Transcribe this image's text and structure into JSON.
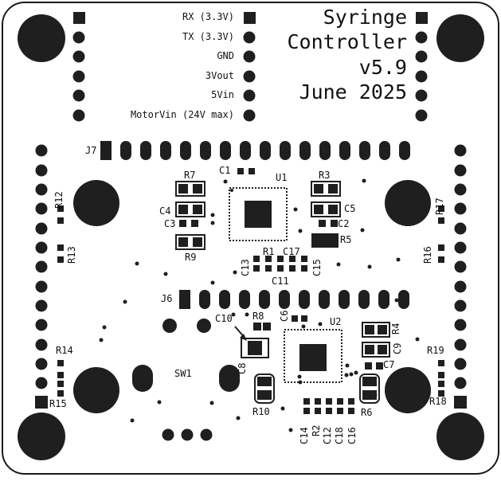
{
  "title": {
    "lines": [
      "Syringe",
      "Controller",
      "v5.9",
      "June 2025"
    ]
  },
  "header_pins": [
    "RX (3.3V)",
    "TX (3.3V)",
    "GND",
    "3Vout",
    "5Vin",
    "MotorVin (24V max)"
  ],
  "refs": {
    "J7": "J7",
    "J6": "J6",
    "SW1": "SW1",
    "U1": "U1",
    "U2": "U2",
    "R1": "R1",
    "R2": "R2",
    "R3": "R3",
    "R4": "R4",
    "R5": "R5",
    "R6": "R6",
    "R7": "R7",
    "R8": "R8",
    "R9": "R9",
    "R10": "R10",
    "R12": "R12",
    "R13": "R13",
    "R14": "R14",
    "R15": "R15",
    "R16": "R16",
    "R17": "R17",
    "R18": "R18",
    "R19": "R19",
    "C1": "C1",
    "C2": "C2",
    "C3": "C3",
    "C4": "C4",
    "C5": "C5",
    "C6": "C6",
    "C7": "C7",
    "C8": "C8",
    "C9": "C9",
    "C10": "C10",
    "C11": "C11",
    "C12": "C12",
    "C13": "C13",
    "C14": "C14",
    "C15": "C15",
    "C16": "C16",
    "C17": "C17",
    "C18": "C18"
  },
  "colors": {
    "board_fill": "#ffffff",
    "outline": "#1a1a1a",
    "copper": "#1f1f1f",
    "text": "#111111"
  }
}
